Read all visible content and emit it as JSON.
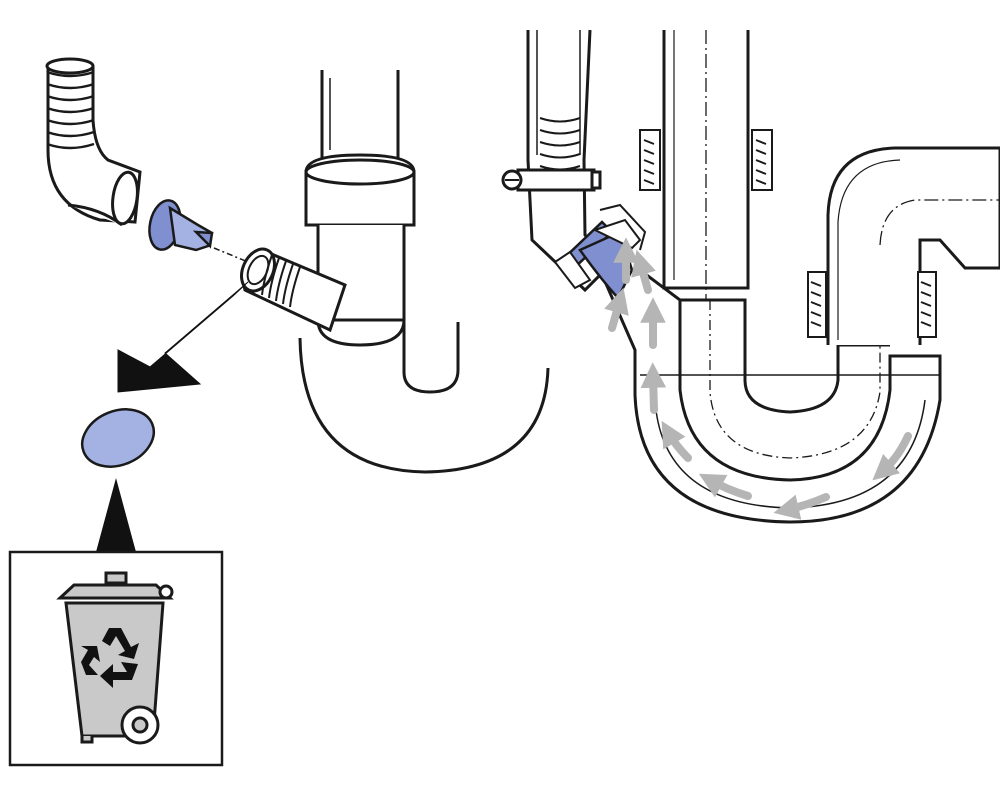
{
  "figure": {
    "colors": {
      "outline": "#1a1a1a",
      "part_fill": "#7f8fd0",
      "part_fill_light": "#a3b2e3",
      "bin_fill": "#c9c9c9",
      "flow_arrow": "#b5b5b5",
      "background": "#ffffff"
    },
    "left_panel": {
      "parts": [
        "hose-elbow",
        "non-return-valve",
        "threaded-branch-spigot",
        "sealing-disc"
      ],
      "arrows": [
        "remove-disc-arrow",
        "dispose-disc-arrow"
      ]
    },
    "disposal_box": {
      "icon": "recycle-bin-icon",
      "symbol": "recycling-symbol"
    },
    "right_panel": {
      "parts": [
        "drain-hose-with-clamp",
        "installed-non-return-valve",
        "vertical-drain-pipe",
        "u-trap",
        "horizontal-outlet-pipe"
      ],
      "flow_arrow_count": 9
    }
  }
}
